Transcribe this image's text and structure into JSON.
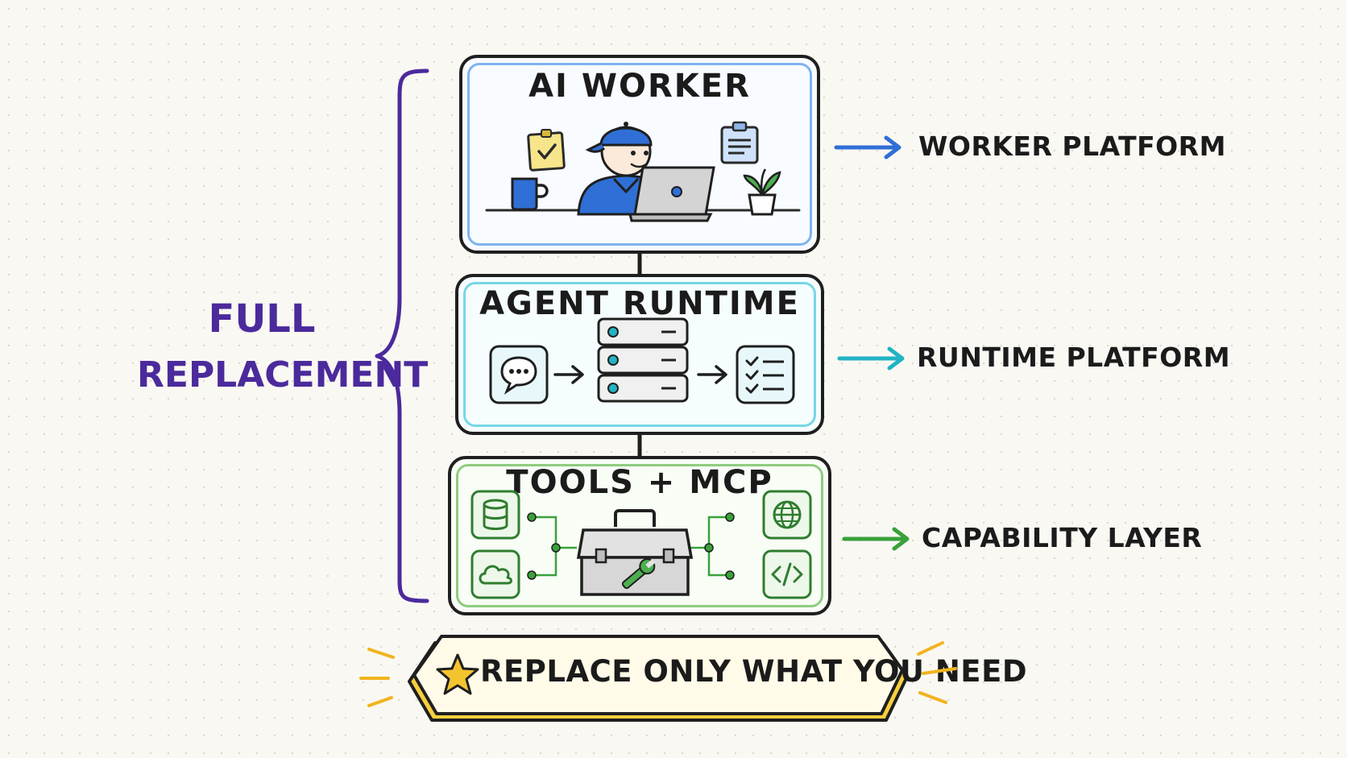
{
  "layers": [
    {
      "title": "AI WORKER",
      "label": "WORKER PLATFORM",
      "accent": "#2f6fd6"
    },
    {
      "title": "AGENT RUNTIME",
      "label": "RUNTIME PLATFORM",
      "accent": "#22b3c4"
    },
    {
      "title": "TOOLS + MCP",
      "label": "CAPABILITY LAYER",
      "accent": "#3aa13a"
    }
  ],
  "scope": {
    "line1": "FULL",
    "line2": "REPLACEMENT",
    "color": "#4b2a9c"
  },
  "badge": {
    "text": "REPLACE ONLY WHAT YOU NEED",
    "color": "#f4c430"
  },
  "icons": {
    "worker": [
      "sticky-note-check-icon",
      "worker-avatar-icon",
      "laptop-icon",
      "coffee-mug-icon",
      "plant-icon",
      "clipboard-icon"
    ],
    "runtime": [
      "chat-bubble-icon",
      "server-stack-icon",
      "checklist-icon"
    ],
    "tools": [
      "database-icon",
      "cloud-icon",
      "toolbox-icon",
      "globe-icon",
      "code-icon"
    ],
    "badge": "star-icon"
  }
}
